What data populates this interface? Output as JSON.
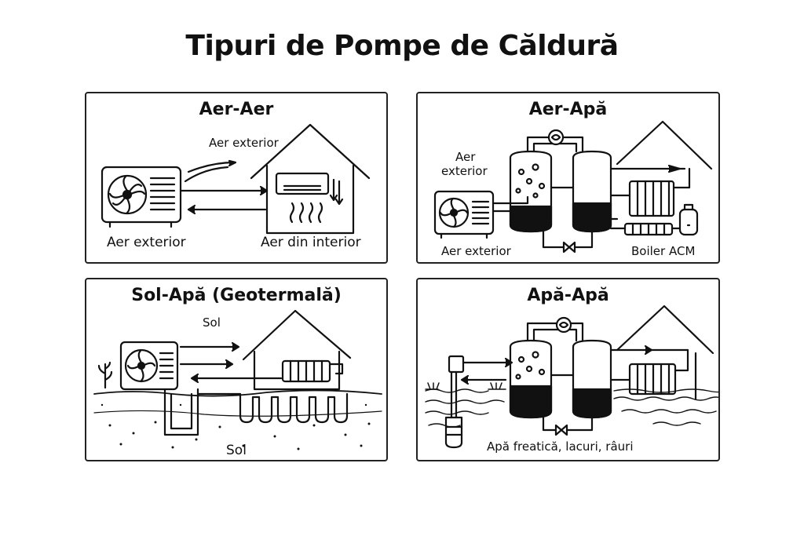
{
  "title": "Tipuri de Pompe de Căldură",
  "panels": {
    "air_air": {
      "title": "Aer-Aer",
      "label_top": "Aer exterior",
      "label_left": "Aer exterior",
      "label_right": "Aer din interior"
    },
    "air_water": {
      "title": "Aer-Apă",
      "label_air_1": "Aer",
      "label_air_2": "exterior",
      "label_bottom_left": "Aer exterior",
      "label_bottom_right": "Boiler ACM"
    },
    "ground_water": {
      "title": "Sol-Apă (Geotermală)",
      "label_top": "Sol",
      "label_bottom": "Sol"
    },
    "water_water": {
      "title": "Apă-Apă",
      "label_bottom": "Apă freatică, lacuri, râuri"
    }
  }
}
